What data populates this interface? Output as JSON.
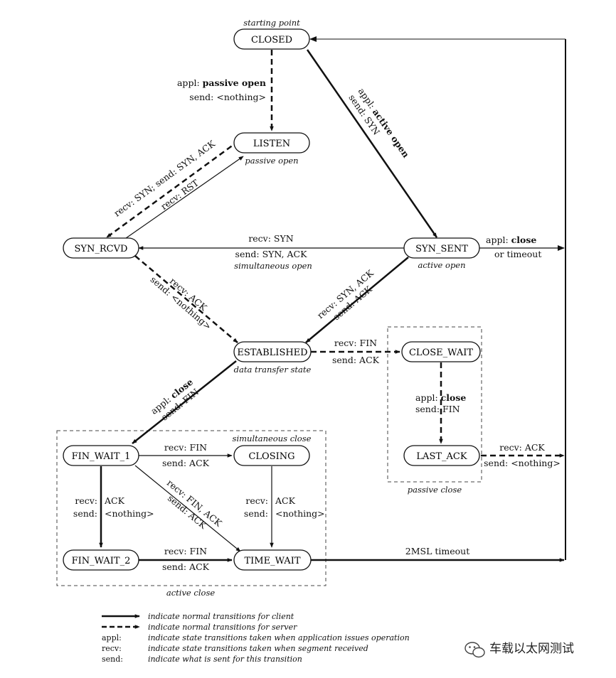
{
  "states": {
    "closed": {
      "name": "CLOSED",
      "note": "starting point"
    },
    "listen": {
      "name": "LISTEN",
      "note": "passive open"
    },
    "syn_rcvd": {
      "name": "SYN_RCVD"
    },
    "syn_sent": {
      "name": "SYN_SENT",
      "note": "active open"
    },
    "established": {
      "name": "ESTABLISHED",
      "note": "data transfer state"
    },
    "close_wait": {
      "name": "CLOSE_WAIT"
    },
    "last_ack": {
      "name": "LAST_ACK"
    },
    "fin_wait_1": {
      "name": "FIN_WAIT_1"
    },
    "closing": {
      "name": "CLOSING"
    },
    "fin_wait_2": {
      "name": "FIN_WAIT_2"
    },
    "time_wait": {
      "name": "TIME_WAIT"
    }
  },
  "groups": {
    "passive_close": "passive close",
    "active_close": "active close",
    "simultaneous_close": "simultaneous close"
  },
  "transitions": {
    "closed_listen": {
      "appl_prefix": "appl:",
      "appl_action": "passive open",
      "send": "send: <nothing>"
    },
    "closed_synsent": {
      "appl_prefix": "appl:",
      "appl_action": "active open",
      "send": "send: SYN"
    },
    "listen_synrcvd": {
      "recv": "recv: SYN;",
      "send": "send: SYN, ACK"
    },
    "synrcvd_listen": {
      "recv": "recv: RST"
    },
    "synsent_synrcvd": {
      "recv": "recv: SYN",
      "send": "send: SYN, ACK",
      "note": "simultaneous open"
    },
    "synsent_close": {
      "appl_prefix": "appl:",
      "appl_action": "close",
      "rest": "or timeout"
    },
    "synrcvd_established": {
      "recv": "recv: ACK",
      "send": "send: <nothing>"
    },
    "synsent_established": {
      "recv": "recv: SYN, ACK",
      "send": "send: ACK"
    },
    "established_closewait": {
      "recv": "recv: FIN",
      "send": "send: ACK"
    },
    "closewait_lastack": {
      "appl_prefix": "appl:",
      "appl_action": "close",
      "send": "send: FIN"
    },
    "lastack_closed": {
      "recv": "recv: ACK",
      "send": "send: <nothing>"
    },
    "established_finwait1": {
      "appl_prefix": "appl:",
      "appl_action": "close",
      "send": "send: FIN"
    },
    "finwait1_closing": {
      "recv": "recv: FIN",
      "send": "send: ACK"
    },
    "finwait1_finwait2": {
      "recv_key": "recv:",
      "recv_val": "ACK",
      "send_key": "send:",
      "send_val": "<nothing>"
    },
    "finwait1_timewait": {
      "recv": "recv: FIN, ACK",
      "send": "send: ACK"
    },
    "closing_timewait": {
      "recv_key": "recv:",
      "recv_val": "ACK",
      "send_key": "send:",
      "send_val": "<nothing>"
    },
    "finwait2_timewait": {
      "recv": "recv: FIN",
      "send": "send: ACK"
    },
    "timewait_closed": {
      "label": "2MSL timeout"
    }
  },
  "legend": [
    {
      "key": "",
      "text": "indicate normal transitions for client",
      "style": "solid"
    },
    {
      "key": "",
      "text": "indicate normal transitions for server",
      "style": "dashed"
    },
    {
      "key": "appl:",
      "text": "indicate state transitions taken when application issues operation"
    },
    {
      "key": "recv:",
      "text": "indicate state transitions taken when segment received"
    },
    {
      "key": "send:",
      "text": "indicate what is sent for this transition"
    }
  ],
  "watermark": {
    "text": "车载以太网测试",
    "icon": "wechat-logo-icon"
  }
}
